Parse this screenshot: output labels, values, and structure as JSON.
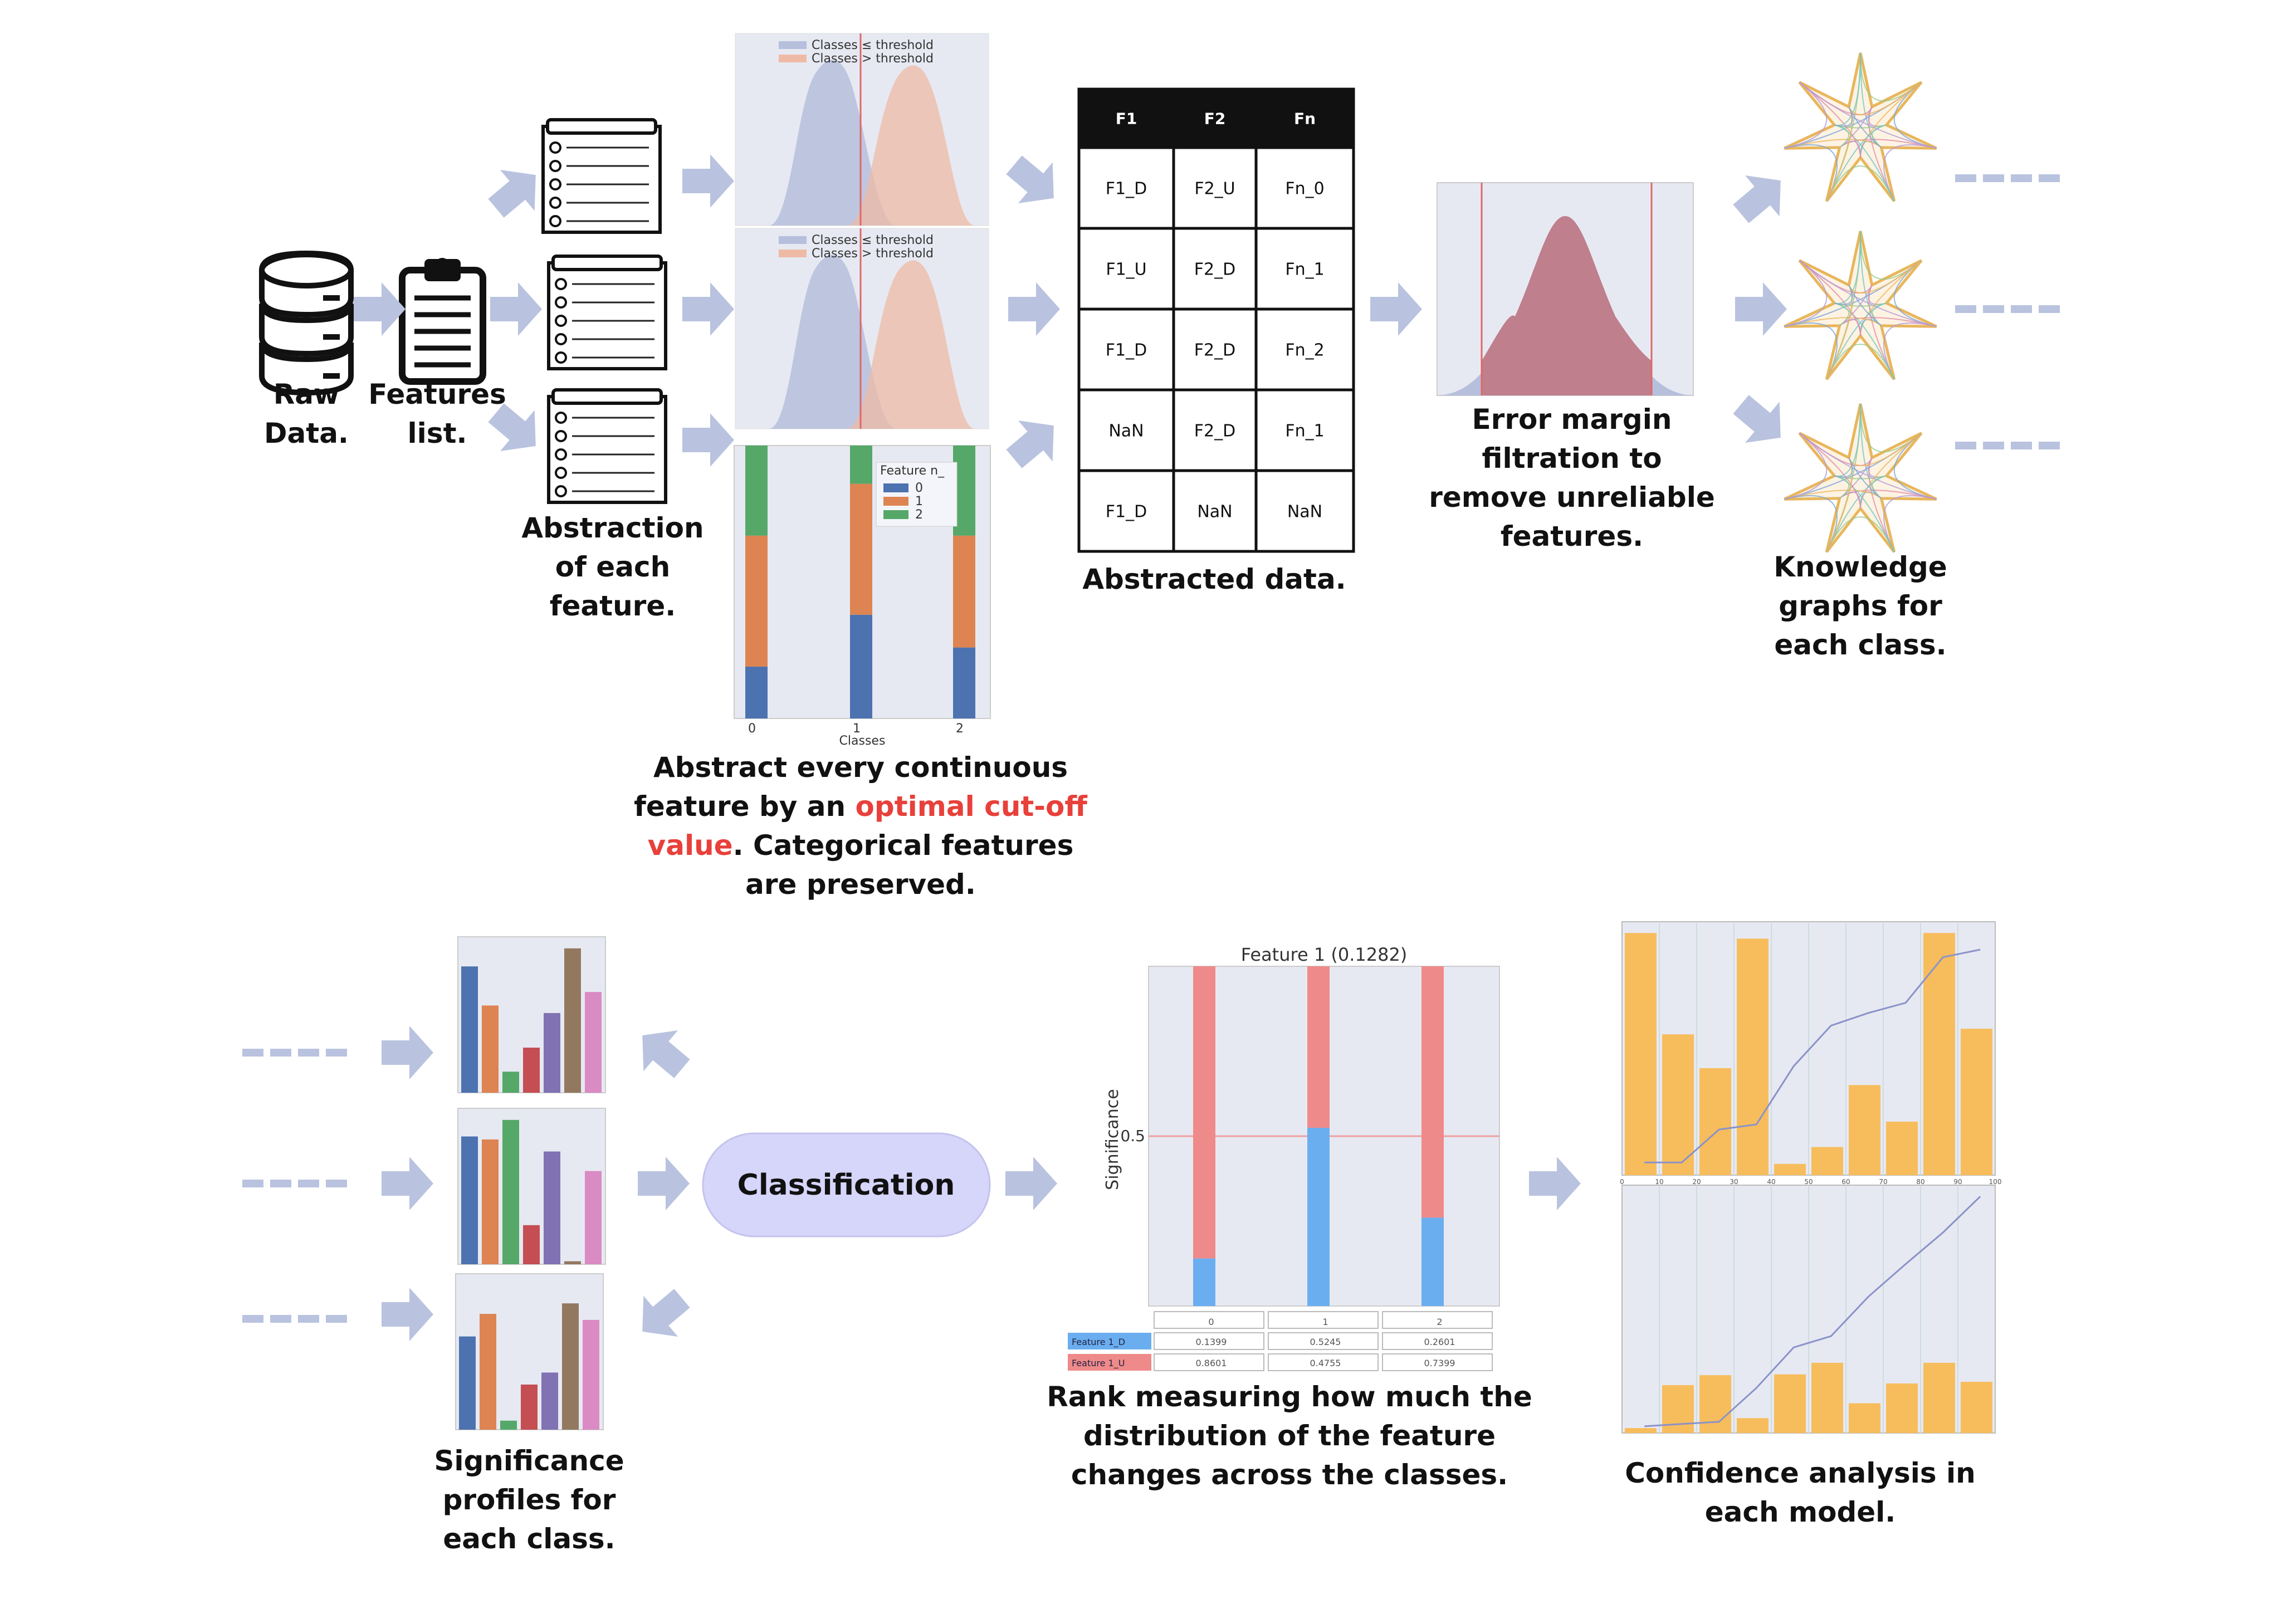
{
  "colors": {
    "arrow": "#b9c3df",
    "dash": "#b9c3df",
    "panel": "#e7e9f2",
    "blue": "#4c72b0",
    "orange": "#dd8452",
    "green": "#55a868",
    "red": "#c44e52",
    "purple": "#8172b3",
    "brown": "#937860",
    "pink": "#da8bc3",
    "sigRed": "#ef8a8a",
    "sigBlue": "#6aaef0",
    "confBar": "#f7bd5c",
    "highlight": "#e8403a",
    "pill": "#d6d5fa"
  },
  "icons": {
    "database": "database-icon",
    "clipboard": "clipboard-icon",
    "checklist": "checklist-icon",
    "graph": "knowledge-graph-icon"
  },
  "captions": {
    "raw_data": [
      "Raw",
      "Data."
    ],
    "features_list": [
      "Features",
      "list."
    ],
    "abstraction": [
      "Abstraction",
      "of each",
      "feature."
    ],
    "cutoff": {
      "line1": "Abstract every continuous",
      "line2_a": "feature by an ",
      "line2_b": "optimal cut-off",
      "line3_a": "value",
      "line3_b": ". Categorical features",
      "line4": "are preserved."
    },
    "abstracted": "Abstracted data.",
    "error_margin": [
      "Error margin",
      "filtration to",
      "remove unreliable",
      "features."
    ],
    "knowledge": [
      "Knowledge",
      "graphs for",
      "each class."
    ],
    "significance_profiles": [
      "Significance",
      "profiles for",
      "each class."
    ],
    "classification": "Classification",
    "rank": [
      "Rank measuring how much the",
      "distribution of the feature",
      "changes across the classes."
    ],
    "confidence": [
      "Confidence analysis in",
      "each model."
    ]
  },
  "legend_dist": {
    "le": "Classes  ≤  threshold",
    "gt": "Classes  >  threshold"
  },
  "categorical_chart": {
    "legend_title": "Feature n_",
    "legend_items": [
      "0",
      "1",
      "2"
    ],
    "xlabel": "Classes",
    "categories": [
      "0",
      "1",
      "2"
    ],
    "series": [
      {
        "name": "0",
        "values": [
          0.19,
          0.38,
          0.26
        ]
      },
      {
        "name": "1",
        "values": [
          0.48,
          0.48,
          0.41
        ]
      },
      {
        "name": "2",
        "values": [
          0.33,
          0.14,
          0.33
        ]
      }
    ]
  },
  "table": {
    "headers": [
      "F1",
      "F2",
      "Fn"
    ],
    "rows": [
      [
        "F1_D",
        "F2_U",
        "Fn_0"
      ],
      [
        "F1_U",
        "F2_D",
        "Fn_1"
      ],
      [
        "F1_D",
        "F2_D",
        "Fn_2"
      ],
      [
        "NaN",
        "F2_D",
        "Fn_1"
      ],
      [
        "F1_D",
        "NaN",
        "NaN"
      ]
    ]
  },
  "chart_data": [
    {
      "type": "bar",
      "title": "Feature 1 (0.1282)",
      "ylabel": "Significance",
      "y_tick": "0.5",
      "categories": [
        "0",
        "1",
        "2"
      ],
      "series": [
        {
          "name": "Feature 1_D",
          "values": [
            0.1399,
            0.5245,
            0.2601
          ]
        },
        {
          "name": "Feature 1_U",
          "values": [
            0.8601,
            0.4755,
            0.7399
          ]
        }
      ],
      "table_values": [
        [
          "0.1399",
          "0.5245",
          "0.2601"
        ],
        [
          "0.8601",
          "0.4755",
          "0.7399"
        ]
      ],
      "ylim": [
        0,
        1
      ]
    },
    {
      "type": "bar",
      "categories": [
        "0",
        "10",
        "20",
        "30",
        "40",
        "50",
        "60",
        "70",
        "80",
        "90",
        "100"
      ],
      "values": [
        86,
        50,
        38,
        84,
        4,
        10,
        32,
        19,
        86,
        52
      ],
      "line": [
        5,
        5,
        18,
        20,
        43,
        59,
        64,
        68,
        86,
        89
      ]
    },
    {
      "type": "bar",
      "values": [
        6,
        58,
        70,
        18,
        71,
        85,
        36,
        60,
        85,
        62
      ],
      "line": [
        6,
        8,
        10,
        40,
        76,
        86,
        121,
        150,
        178,
        210
      ]
    }
  ],
  "profiles": [
    [
      0.84,
      0.58,
      0.14,
      0.3,
      0.53,
      0.96,
      0.67
    ],
    [
      0.85,
      0.83,
      0.96,
      0.26,
      0.75,
      0.02,
      0.62
    ],
    [
      0.62,
      0.77,
      0.06,
      0.3,
      0.38,
      0.84,
      0.73
    ]
  ]
}
